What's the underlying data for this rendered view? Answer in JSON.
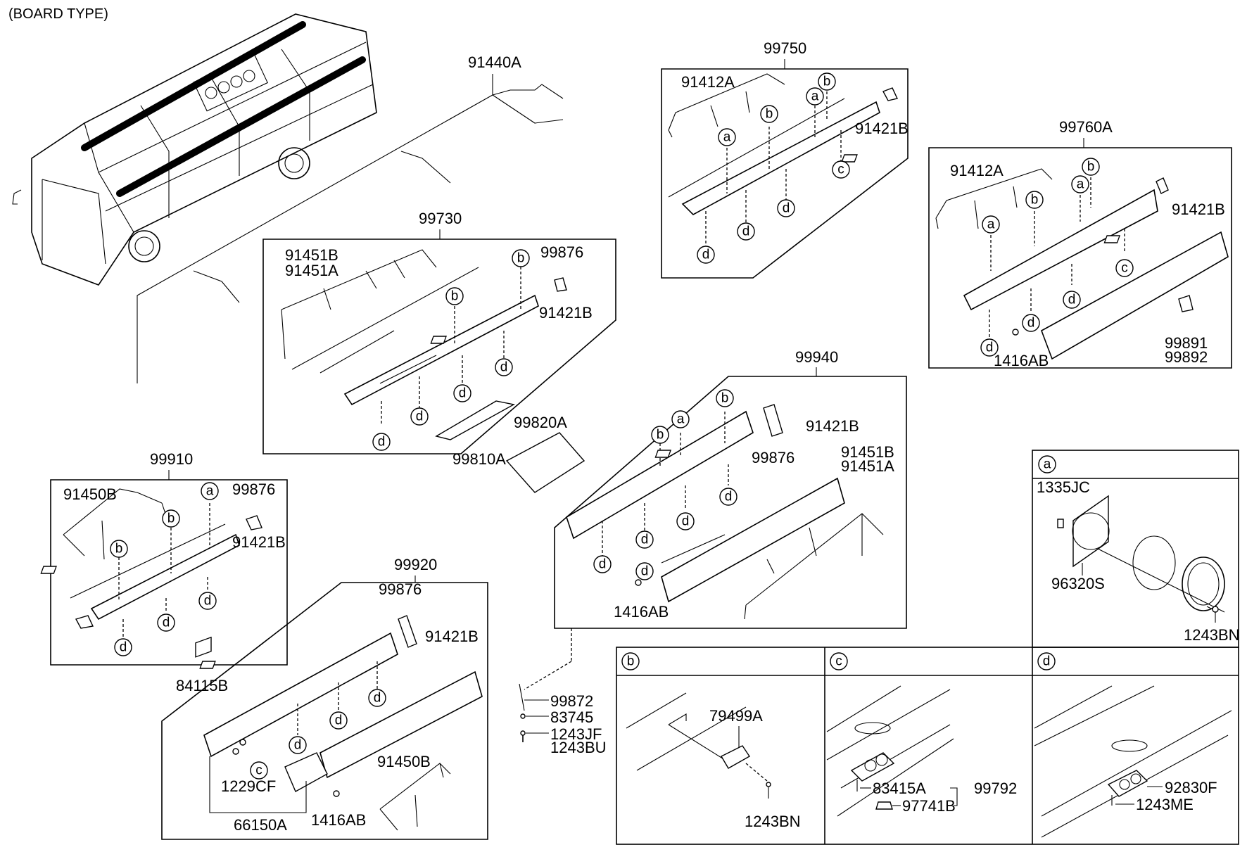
{
  "header": {
    "title": "(BOARD TYPE)"
  },
  "callouts": {
    "a": "a",
    "b": "b",
    "c": "c",
    "d": "d"
  },
  "labels": {
    "p91440A": "91440A",
    "p99730": "99730",
    "p91451B_1": "91451B",
    "p91451A_1": "91451A",
    "p99876_1": "99876",
    "p91421B_1": "91421B",
    "p99810A": "99810A",
    "p99820A": "99820A",
    "p99750": "99750",
    "p91412A_1": "91412A",
    "p91421B_2": "91421B",
    "p99760A": "99760A",
    "p91412A_2": "91412A",
    "p91421B_3": "91421B",
    "p99891": "99891",
    "p99892": "99892",
    "p1416AB_1": "1416AB",
    "p99940": "99940",
    "p91421B_4": "91421B",
    "p99876_2": "99876",
    "p91451B_2": "91451B",
    "p91451A_2": "91451A",
    "p1416AB_2": "1416AB",
    "p99910": "99910",
    "p91450B_1": "91450B",
    "p99876_3": "99876",
    "p91421B_5": "91421B",
    "p99920": "99920",
    "p99876_4": "99876",
    "p91421B_6": "91421B",
    "p84115B": "84115B",
    "p1229CF": "1229CF",
    "p91450B_2": "91450B",
    "p1416AB_3": "1416AB",
    "p66150A": "66150A",
    "p99872": "99872",
    "p83745": "83745",
    "p1243JF": "1243JF",
    "p1243BU": "1243BU",
    "p1335JC": "1335JC",
    "p96320S": "96320S",
    "p1243BN_1": "1243BN",
    "p79499A": "79499A",
    "p1243BN_2": "1243BN",
    "p83415A": "83415A",
    "p97741B": "97741B",
    "p99792": "99792",
    "p92830F": "92830F",
    "p1243ME": "1243ME"
  }
}
